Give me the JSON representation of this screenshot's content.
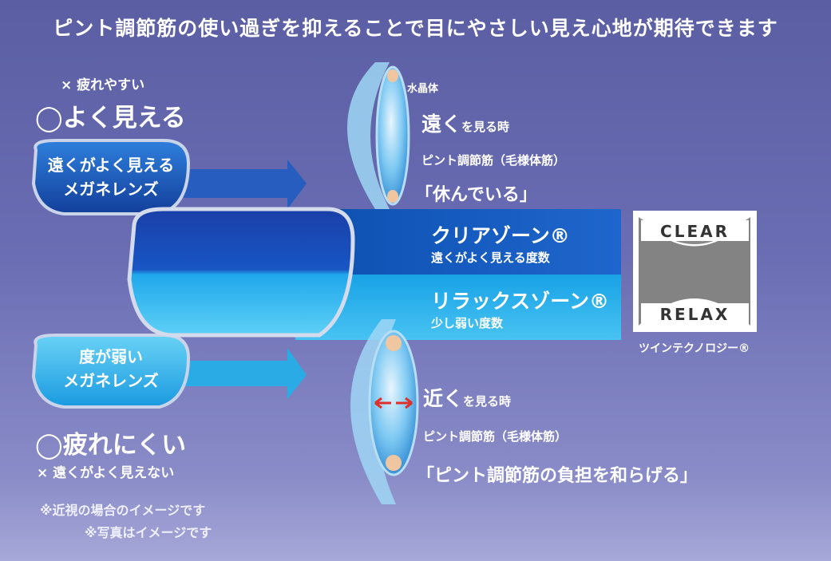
{
  "headline": "ピント調節筋の使い過ぎを抑えることで目にやさしい見え心地が期待できます",
  "top_lens": {
    "negative": "× 疲れやすい",
    "positive": "◯よく見える",
    "line1": "遠くがよく見える",
    "line2": "メガネレンズ"
  },
  "bottom_lens": {
    "line1": "度が弱い",
    "line2": "メガネレンズ",
    "positive": "◯疲れにくい",
    "negative": "× 遠くがよく見えない"
  },
  "notes": {
    "note1": "※近視の場合のイメージです",
    "note2": "※写真はイメージです"
  },
  "far_eye": {
    "crystalline_label": "水晶体",
    "title_big": "遠く",
    "title_small": "を見る時",
    "muscle": "ピント調節筋（毛様体筋）",
    "state": "「休んでいる」"
  },
  "near_eye": {
    "title_big": "近く",
    "title_small": "を見る時",
    "muscle": "ピント調節筋（毛様体筋）",
    "state": "「ピント調節筋の負担を和らげる」"
  },
  "zones": {
    "clear_title": "クリアゾーン®",
    "clear_sub": "遠くがよく見える度数",
    "relax_title": "リラックスゾーン®",
    "relax_sub": "少し弱い度数"
  },
  "logo": {
    "clear": "CLEAR",
    "relax": "RELAX",
    "caption": "ツインテクノロジー®"
  },
  "colors": {
    "dark_blue": "#1a55b8",
    "light_blue": "#1fa8e8",
    "background": "#6a6db3"
  }
}
